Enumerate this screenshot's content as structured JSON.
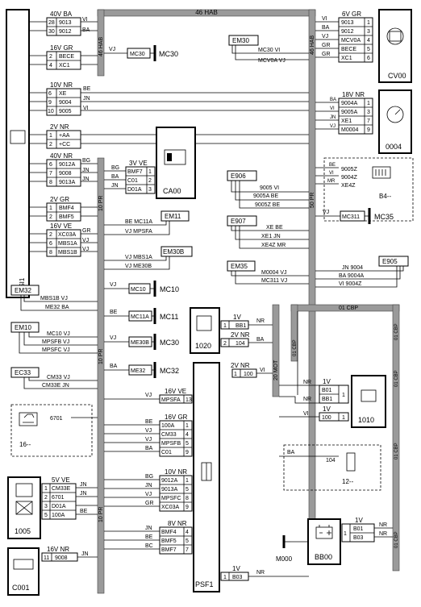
{
  "bus_top": "46 HAB",
  "bus_mid_left": "10 PR",
  "bus_bottom_left": "10 PR",
  "bus_mid_right": "50 PR",
  "bus_top_left": "46 HAB",
  "bus_top_right": "46 HAB",
  "bus_mot": "20 MOT",
  "cbp": {
    "top": "01 CBP",
    "left1": "01 CBP",
    "left2": "01 CBP",
    "right1": "01 CBP",
    "right2": "01 CBP",
    "right3": "01 CBP",
    "right4": "01 CBP"
  },
  "bsi": {
    "label": "BSI1",
    "c1_head": "40V BA",
    "c1_pins": [
      "28",
      "30"
    ],
    "c1_wires": [
      "9013",
      "9012"
    ],
    "c2_head": "16V GR",
    "c2_pins": [
      "2",
      "4"
    ],
    "c2_wires": [
      "BECE",
      "XC1"
    ],
    "c3_head": "10V NR",
    "c3_pins": [
      "6",
      "9",
      "10"
    ],
    "c3_wires": [
      "XE",
      "9004",
      "9005"
    ],
    "c4_head": "2V NR",
    "c4_pins": [
      "1",
      "2"
    ],
    "c4_wires": [
      "+AA",
      "+CC"
    ],
    "c5_head": "40V NR",
    "c5_pins": [
      "6",
      "7",
      "8"
    ],
    "c5_wires": [
      "9012A",
      "9008",
      "9013A"
    ],
    "c6_head": "2V GR",
    "c6_pins": [
      "1",
      "2"
    ],
    "c6_wires": [
      "BMF4",
      "BMF5"
    ],
    "c7_head": "16V VE",
    "c7_pins": [
      "2",
      "6",
      "8"
    ],
    "c7_wires": [
      "XC03A",
      "MBS1A",
      "MBS1B"
    ]
  },
  "wire_colors": {
    "vi": "VI",
    "ba": "BA",
    "vj": "VJ",
    "jn": "JN",
    "be": "BE",
    "bg": "BG",
    "nr": "NR",
    "gr": "GR",
    "mr": "MR",
    "bc": "BC",
    "gris": "GR"
  },
  "mc30_top": {
    "wire": "MC30",
    "label": "MC30"
  },
  "em30": {
    "label": "EM30",
    "w1": "MC30 VI",
    "w2": "MCV0A VJ"
  },
  "cv00": {
    "head": "6V GR",
    "label": "CV00",
    "wires": [
      "9013",
      "9012",
      "MCV0A",
      "BECE",
      "XC1"
    ],
    "pins": [
      "1",
      "3",
      "4",
      "5",
      "6"
    ]
  },
  "c0004": {
    "head": "18V NR",
    "label": "0004",
    "wires": [
      "9004A",
      "9005A",
      "XE1",
      "M0004"
    ],
    "pins": [
      "1",
      "3",
      "7",
      "9"
    ]
  },
  "ca00": {
    "head": "3V VE",
    "label": "CA00",
    "wires": [
      "BMF7",
      "C01",
      "D01A"
    ],
    "pins": [
      "1",
      "2",
      "3"
    ],
    "colors": [
      "BG",
      "BA",
      "JN"
    ]
  },
  "e906": {
    "label": "E906",
    "w1": "9005 VI",
    "w2": "9005A BE",
    "w3": "9005Z BE"
  },
  "b4": {
    "label": "B4--",
    "wires": [
      "9005Z",
      "9004Z",
      "XE4Z"
    ],
    "colors": [
      "BE",
      "VI",
      "MR"
    ]
  },
  "e907": {
    "label": "E907",
    "w1": "XE BE",
    "w2": "XE1 JN",
    "w3": "XE4Z MR"
  },
  "mc35": {
    "wire": "MC311",
    "label": "MC35",
    "color": "VJ"
  },
  "em11": {
    "label": "EM11",
    "w1": "BE MC11A",
    "w2": "VJ MPSFA"
  },
  "em30b": {
    "label": "EM30B",
    "w1": "VJ MBS1A",
    "w2": "VJ ME30B"
  },
  "e35": {
    "label": "EM35",
    "w1": "M0004 VJ",
    "w2": "MC311 VJ"
  },
  "e905": {
    "label": "E905",
    "w1": "JN 9004",
    "w2": "BA 9004A",
    "w3": "VI 9004Z"
  },
  "em32": {
    "label": "EM32",
    "w1": "MBS1B VJ",
    "w2": "ME32 BA"
  },
  "em10": {
    "label": "EM10",
    "w1": "MC10 VJ",
    "w2": "MPSFB VJ",
    "w3": "MPSFC VJ"
  },
  "ec33": {
    "label": "EC33",
    "w1": "CM33 VJ",
    "w2": "CM33E JN"
  },
  "mc10": {
    "wire": "MC10",
    "label": "MC10"
  },
  "mc11": {
    "wire": "MC11A",
    "label": "MC11",
    "color": "BE"
  },
  "mc30": {
    "wire": "ME30B",
    "label": "MC30"
  },
  "mc32": {
    "wire": "ME32",
    "label": "MC32",
    "color": "BA"
  },
  "r1020": {
    "label": "1020",
    "h1": "1V",
    "p1": "1",
    "w1": "BB1",
    "h2": "2V NR",
    "p2": "2",
    "w2": "104",
    "c1": "NR",
    "c2": "BA"
  },
  "mot": {
    "head": "2V NR",
    "pin": "1",
    "wire": "100",
    "color": "VI"
  },
  "r1010": {
    "label": "1010",
    "h1": "1V",
    "w1": "B01",
    "w2": "BB1",
    "p1": "1",
    "h2": "1V",
    "p2": "1",
    "w3": "100",
    "c1": "NR",
    "c2": "NR",
    "c3": "VI"
  },
  "t6701": {
    "wire": "6701",
    "label": "16--"
  },
  "b12": {
    "wire": "104",
    "color": "BA",
    "label": "12--"
  },
  "psf1": {
    "label": "PSF1",
    "g1_head": "16V VE",
    "g1_rows": [
      {
        "w": "MPSFA",
        "p": "13",
        "c": "VJ"
      }
    ],
    "g2_head": "16V GR",
    "g2_rows": [
      {
        "w": "100A",
        "p": "1",
        "c": "BE"
      },
      {
        "w": "CM33",
        "p": "4",
        "c": "VJ"
      },
      {
        "w": "MPSFB",
        "p": "5",
        "c": "VJ"
      },
      {
        "w": "C01",
        "p": "9",
        "c": "BA"
      }
    ],
    "g3_head": "10V NR",
    "g3_rows": [
      {
        "w": "9012A",
        "p": "1",
        "c": "BG"
      },
      {
        "w": "9013A",
        "p": "5",
        "c": "JN"
      },
      {
        "w": "MPSFC",
        "p": "8",
        "c": "VJ"
      },
      {
        "w": "XC03A",
        "p": "9",
        "c": "GR"
      }
    ],
    "g4_head": "8V NR",
    "g4_rows": [
      {
        "w": "BMF4",
        "p": "4",
        "c": "JN"
      },
      {
        "w": "BMF5",
        "p": "5",
        "c": "BE"
      },
      {
        "w": "BMF7",
        "p": "7",
        "c": "BC"
      }
    ],
    "g5_head": "1V",
    "g5_rows": [
      {
        "w": "B03",
        "p": "1",
        "c": "NR"
      }
    ]
  },
  "c1005": {
    "head": "5V VE",
    "label": "1005",
    "wires": [
      "CM33E",
      "6701",
      "D01A",
      "100A"
    ],
    "pins": [
      "1",
      "2",
      "3",
      "5"
    ],
    "colors": [
      "JN",
      "JN",
      "BE"
    ]
  },
  "c001": {
    "head": "16V NR",
    "pin": "11",
    "wire": "9008",
    "label": "C001",
    "color": "JN"
  },
  "bb00": {
    "label": "BB00",
    "head": "1V",
    "p": "1",
    "w1": "B01",
    "w2": "B03",
    "c1": "NR",
    "c2": "NR"
  },
  "m000": {
    "label": "M000"
  }
}
